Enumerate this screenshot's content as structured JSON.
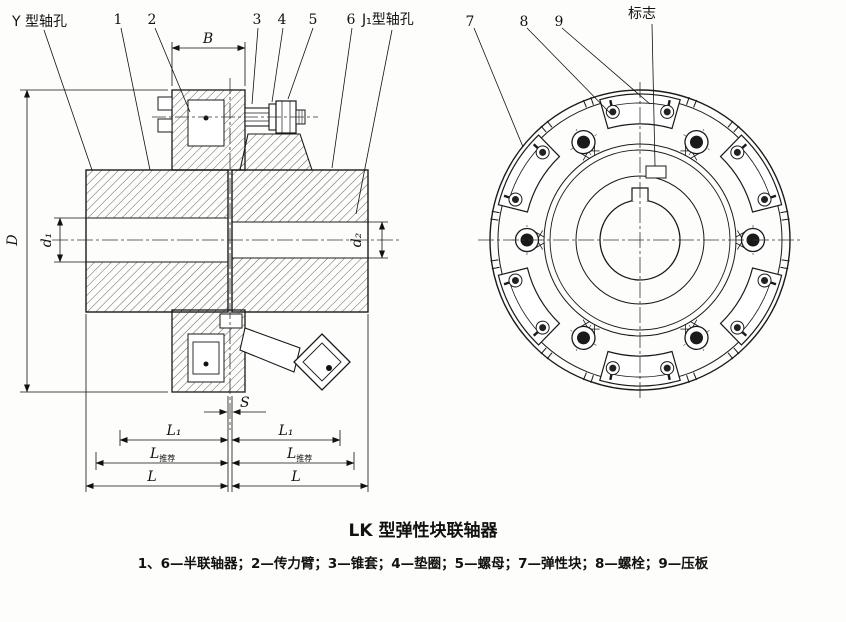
{
  "view_labels": {
    "y_hole": "Y 型轴孔",
    "j1_hole": "J₁型轴孔",
    "mark": "标志"
  },
  "callouts": {
    "c1": "1",
    "c2": "2",
    "c3": "3",
    "c4": "4",
    "c5": "5",
    "c6": "6",
    "c7": "7",
    "c8": "8",
    "c9": "9"
  },
  "dims": {
    "B": "B",
    "D": "D",
    "d1": "d₁",
    "d2": "d₂",
    "S": "S",
    "L1": "L₁",
    "L": "L",
    "rec": "推荐"
  },
  "caption": {
    "title": "LK 型弹性块联轴器",
    "parts": "1、6—半联轴器；2—传力臂；3—锥套；4—垫圈；5—螺母；7—弹性块；8—螺栓；9—压板"
  }
}
